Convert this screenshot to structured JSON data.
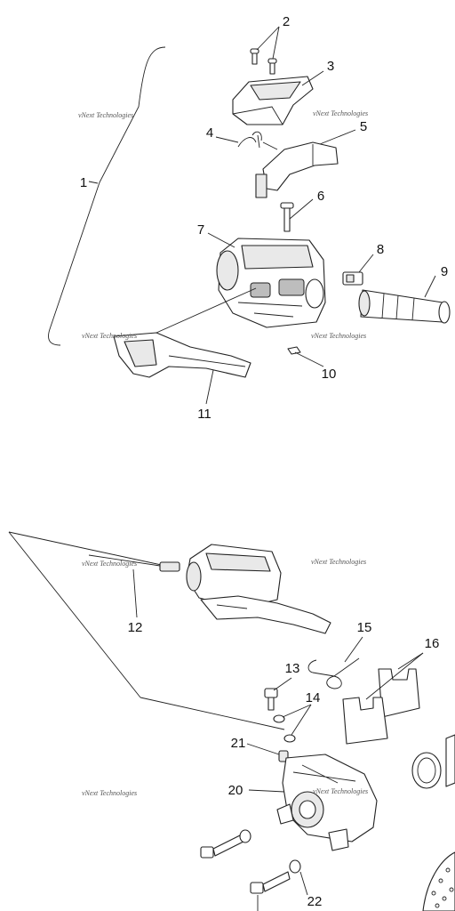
{
  "callouts": [
    "1",
    "2",
    "3",
    "4",
    "5",
    "6",
    "7",
    "8",
    "9",
    "10",
    "11",
    "12",
    "13",
    "14",
    "15",
    "16",
    "20",
    "21",
    "22"
  ],
  "watermark": "vNext Technologies"
}
